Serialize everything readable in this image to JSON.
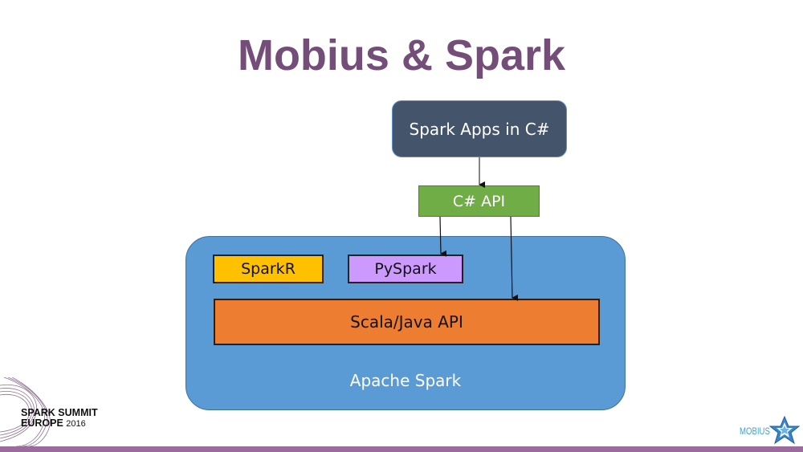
{
  "title": "Mobius & Spark",
  "diagram": {
    "nodes": {
      "spark_apps": "Spark Apps in C#",
      "csharp_api": "C# API",
      "sparkr": "SparkR",
      "pyspark": "PySpark",
      "scala_java_api": "Scala/Java API",
      "apache_spark": "Apache Spark"
    },
    "edges": [
      {
        "from": "Spark Apps in C#",
        "to": "C# API"
      },
      {
        "from": "C# API",
        "to": "PySpark"
      },
      {
        "from": "C# API",
        "to": "Scala/Java API"
      }
    ],
    "colors": {
      "title": "#744e78",
      "spark_apps": "#44546a",
      "csharp_api": "#70ad47",
      "apache_spark": "#5b9bd5",
      "sparkr": "#ffc000",
      "pyspark": "#cc99ff",
      "scala_java_api": "#ed7d31",
      "footer_bar": "#9b6b9e"
    }
  },
  "footer": {
    "event_line1": "SPARK SUMMIT",
    "event_line2": "EUROPE",
    "event_year": "2016",
    "brand": "MOBIUS"
  }
}
